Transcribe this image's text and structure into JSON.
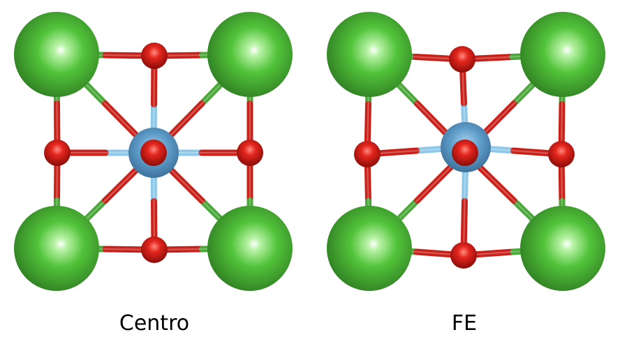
{
  "panels": [
    {
      "id": "centro",
      "caption": "Centro"
    },
    {
      "id": "fe",
      "caption": "FE"
    }
  ],
  "colors": {
    "corner_atom": "#4fc23a",
    "corner_bond": "#4aa83a",
    "oxygen_atom": "#d11a14",
    "oxygen_bond": "#c9201a",
    "center_atom": "#5a97c6",
    "center_bond": "#8ec8e8",
    "background": "#ffffff"
  },
  "atom_types": [
    "corner-atom",
    "oxygen-atom",
    "center-atom"
  ]
}
